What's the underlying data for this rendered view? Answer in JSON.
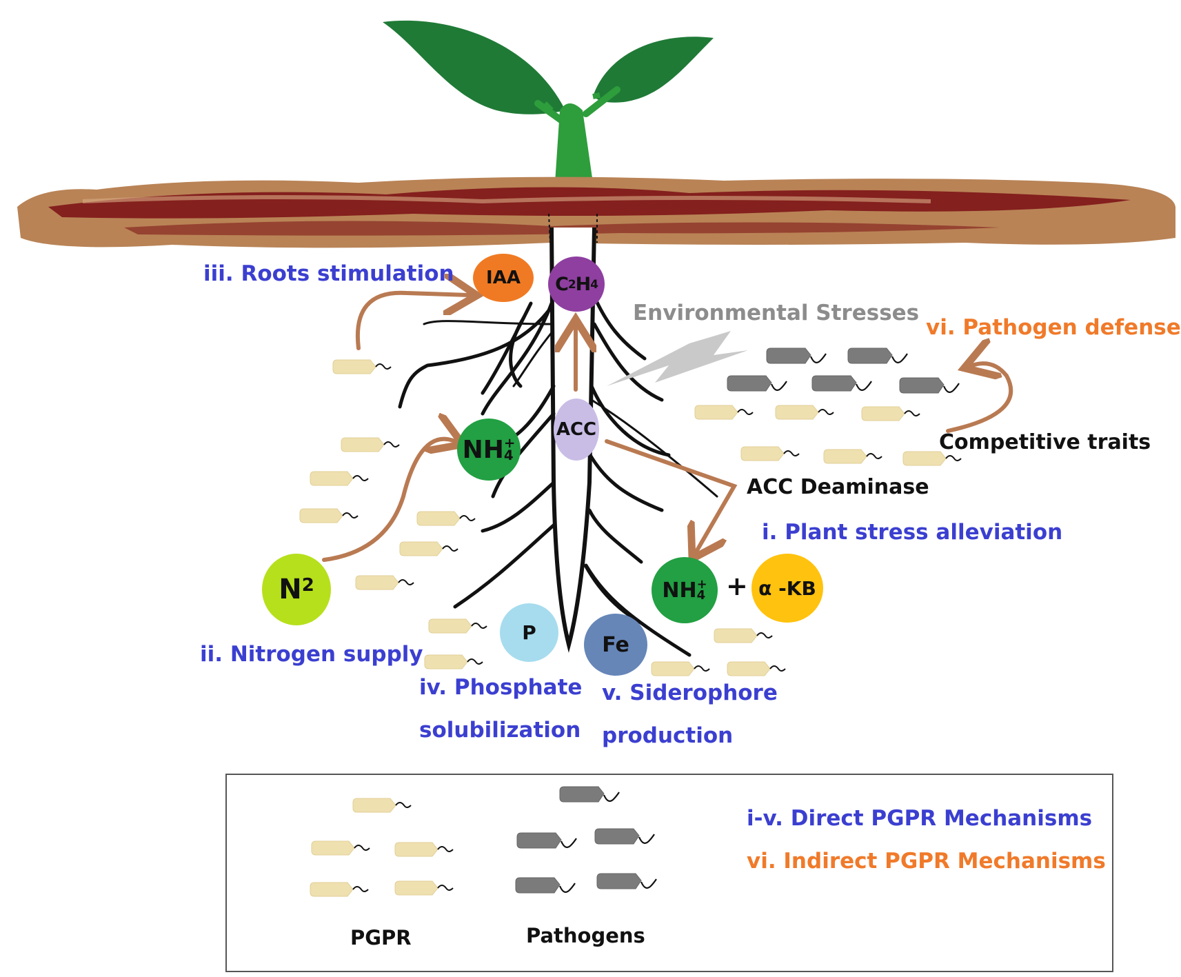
{
  "labels": {
    "roots_stimulation": "iii. Roots stimulation",
    "environmental_stresses": "Environmental Stresses",
    "pathogen_defense": "vi. Pathogen defense",
    "competitive_traits": "Competitive traits",
    "acc_deaminase": "ACC Deaminase",
    "plant_stress_alleviation": "i. Plant stress alleviation",
    "nitrogen_supply": "ii. Nitrogen supply",
    "phosphate_line1": "iv. Phosphate",
    "phosphate_line2": "solubilization",
    "siderophore_line1": "v. Siderophore",
    "siderophore_line2": "production",
    "plus": "+"
  },
  "molecules": {
    "iaa": "IAA",
    "c2h4_base": "C",
    "c2h4_sub1": "2",
    "c2h4_mid": "H",
    "c2h4_sub2": "4",
    "acc": "ACC",
    "nh4_base": "NH",
    "nh4_sup": "+",
    "nh4_sub": "4",
    "n2_base": "N",
    "n2_sub": "2",
    "p": "P",
    "fe": "Fe",
    "akb": "α -KB"
  },
  "legend": {
    "pgpr": "PGPR",
    "pathogens": "Pathogens",
    "direct": "i-v. Direct PGPR Mechanisms",
    "indirect": "vi. Indirect PGPR Mechanisms"
  },
  "colors": {
    "leaf": "#1f7a36",
    "stem": "#2e9d3c",
    "soil_dark": "#7a0f14",
    "soil_light": "#b98356",
    "arrow": "#b97a52",
    "pgpr": "#efe0b0",
    "pathogen": "#7b7b7b",
    "iaa": "#f07a23",
    "c2h4": "#8e3fa0",
    "acc": "#c9bde6",
    "nh4": "#22a043",
    "n2": "#b6e01c",
    "p": "#a6dcee",
    "fe": "#6686b8",
    "akb": "#ffc20e"
  }
}
